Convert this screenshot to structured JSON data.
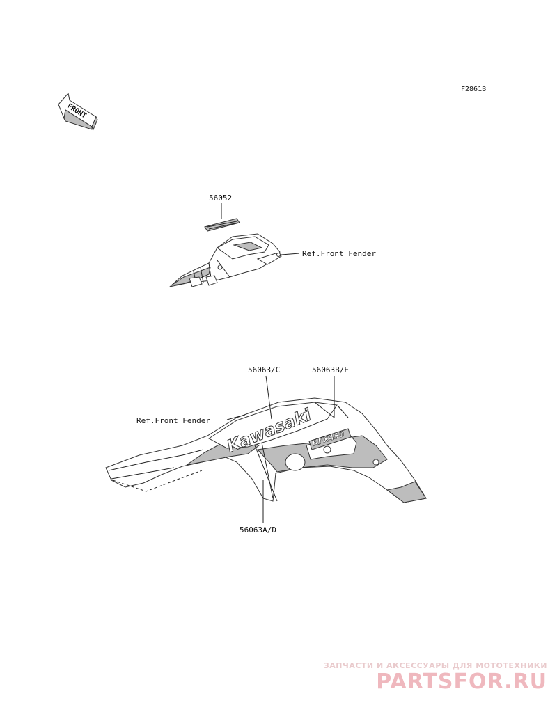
{
  "diagram_code": "F2861B",
  "front_arrow": {
    "label": "FRONT"
  },
  "parts": {
    "upper_decal": "56052",
    "upper_ref": "Ref.Front Fender",
    "lower_left_decal": "56063/C",
    "lower_right_decal": "56063B/E",
    "lower_ref": "Ref.Front Fender",
    "lower_bottom_decal": "56063A/D"
  },
  "decal_text": {
    "brand": "Kawasaki",
    "model": "KFX450"
  },
  "watermark": {
    "tagline": "ЗАПЧАСТИ И АКСЕССУАРЫ ДЛЯ МОТОТЕХНИКИ",
    "logo": "PARTSFOR.RU"
  },
  "colors": {
    "line": "#222222",
    "watermark_logo": "#e37f89",
    "watermark_tagline": "#d8a0a4"
  }
}
